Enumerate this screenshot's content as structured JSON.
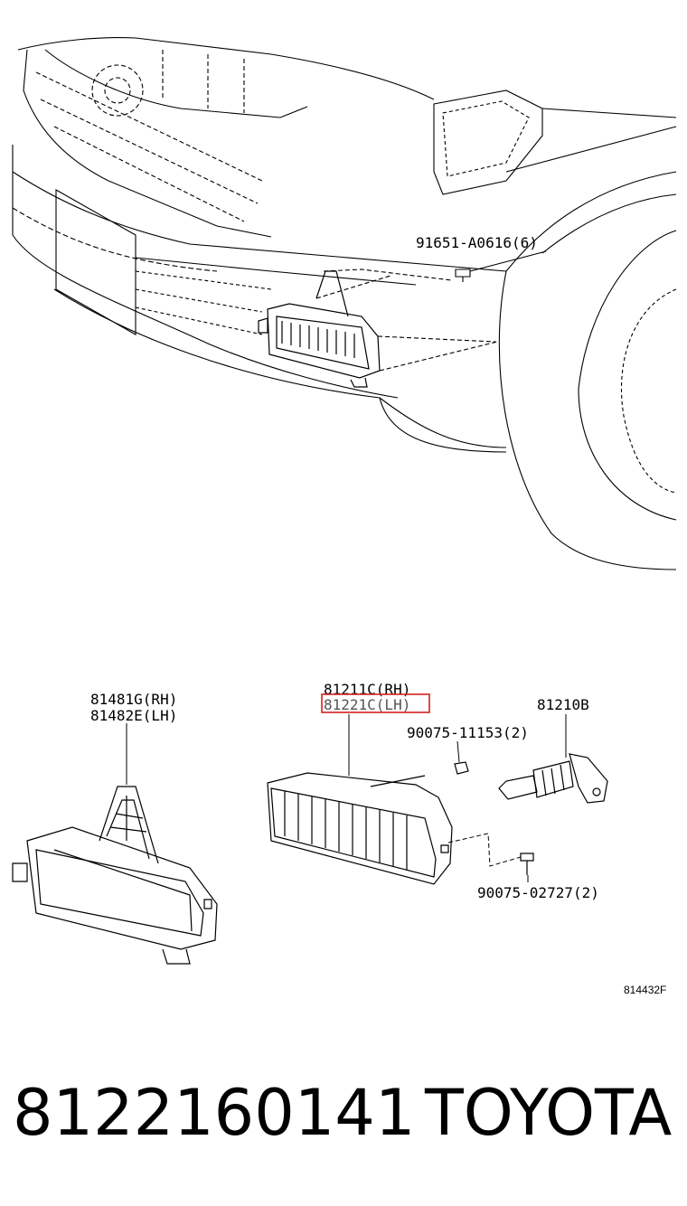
{
  "diagram": {
    "labels": {
      "bolt_top": "91651-A0616(6)",
      "bracket_rh": "81481G(RH)",
      "bracket_lh": "81482E(LH)",
      "lamp_rh": "81211C(RH)",
      "lamp_lh": "81221C(LH)",
      "bulb": "81210B",
      "nut": "90075-11153(2)",
      "screw": "90075-02727(2)",
      "drawing_code": "814432F"
    },
    "highlight_color": "#d62020"
  },
  "footer": {
    "part_number": "8122160141",
    "brand": "TOYOTA"
  }
}
